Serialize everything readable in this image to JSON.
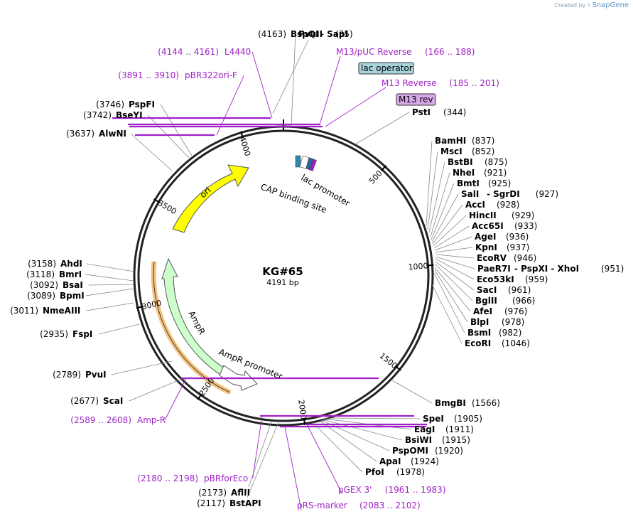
{
  "credit": {
    "prefix": "Created by",
    "brand": "SnapGene"
  },
  "plasmid": {
    "name": "KG#65",
    "size_label": "4191 bp",
    "length": 4191
  },
  "ticks": [
    500,
    1000,
    1500,
    2000,
    2500,
    3000,
    3500,
    4000
  ],
  "sites": [
    {
      "name": "BspQI",
      "extra": " - SapI",
      "pos": "(4163)",
      "side": "L"
    },
    {
      "name": "PvuII",
      "pos": "(35)",
      "side": "R"
    },
    {
      "name": "PstI",
      "pos": "(344)",
      "side": "R"
    },
    {
      "name": "BamHI",
      "pos": "(837)",
      "side": "R"
    },
    {
      "name": "MscI",
      "pos": "(852)",
      "side": "R"
    },
    {
      "name": "BstBI",
      "pos": "(875)",
      "side": "R"
    },
    {
      "name": "NheI",
      "pos": "(921)",
      "side": "R"
    },
    {
      "name": "BmtI",
      "pos": "(925)",
      "side": "R"
    },
    {
      "name": "SalI",
      "extra": " - SgrDI",
      "pos": "(927)",
      "side": "R"
    },
    {
      "name": "AccI",
      "pos": "(928)",
      "side": "R"
    },
    {
      "name": "HincII",
      "pos": "(929)",
      "side": "R"
    },
    {
      "name": "Acc65I",
      "pos": "(933)",
      "side": "R"
    },
    {
      "name": "AgeI",
      "pos": "(936)",
      "side": "R"
    },
    {
      "name": "KpnI",
      "pos": "(937)",
      "side": "R"
    },
    {
      "name": "EcoRV",
      "pos": "(946)",
      "side": "R"
    },
    {
      "name": "PaeR7I",
      "extra": " - PspXI - XhoI",
      "pos": "(951)",
      "side": "R"
    },
    {
      "name": "Eco53kI",
      "pos": "(959)",
      "side": "R"
    },
    {
      "name": "SacI",
      "pos": "(961)",
      "side": "R"
    },
    {
      "name": "BglII",
      "pos": "(966)",
      "side": "R"
    },
    {
      "name": "AfeI",
      "pos": "(976)",
      "side": "R"
    },
    {
      "name": "BlpI",
      "pos": "(978)",
      "side": "R"
    },
    {
      "name": "BsmI",
      "pos": "(982)",
      "side": "R"
    },
    {
      "name": "EcoRI",
      "pos": "(1046)",
      "side": "R"
    },
    {
      "name": "BmgBI",
      "pos": "(1566)",
      "side": "R"
    },
    {
      "name": "SpeI",
      "pos": "(1905)",
      "side": "R"
    },
    {
      "name": "EagI",
      "pos": "(1911)",
      "side": "R"
    },
    {
      "name": "BsiWI",
      "pos": "(1915)",
      "side": "R"
    },
    {
      "name": "PspOMI",
      "pos": "(1920)",
      "side": "R"
    },
    {
      "name": "ApaI",
      "pos": "(1924)",
      "side": "R"
    },
    {
      "name": "PfoI",
      "pos": "(1978)",
      "side": "R"
    },
    {
      "name": "AflII",
      "pos": "(2173)",
      "side": "L"
    },
    {
      "name": "BstAPI",
      "pos": "(2117)",
      "side": "L"
    },
    {
      "name": "ScaI",
      "pos": "(2677)",
      "side": "L"
    },
    {
      "name": "PvuI",
      "pos": "(2789)",
      "side": "L"
    },
    {
      "name": "FspI",
      "pos": "(2935)",
      "side": "L"
    },
    {
      "name": "NmeAIII",
      "pos": "(3011)",
      "side": "L"
    },
    {
      "name": "BpmI",
      "pos": "(3089)",
      "side": "L"
    },
    {
      "name": "BsaI",
      "pos": "(3092)",
      "side": "L"
    },
    {
      "name": "BmrI",
      "pos": "(3118)",
      "side": "L"
    },
    {
      "name": "AhdI",
      "pos": "(3158)",
      "side": "L"
    },
    {
      "name": "AlwNI",
      "pos": "(3637)",
      "side": "L"
    },
    {
      "name": "BseYI",
      "pos": "(3742)",
      "side": "L"
    },
    {
      "name": "PspFI",
      "pos": "(3746)",
      "side": "L"
    }
  ],
  "primers": [
    {
      "name": "L4440",
      "range": "(4144 .. 4161)",
      "side": "L"
    },
    {
      "name": "pBR322ori-F",
      "range": "(3891 .. 3910)",
      "side": "L"
    },
    {
      "name": "M13/pUC Reverse",
      "range": "(166 .. 188)",
      "side": "R"
    },
    {
      "name": "M13 Reverse",
      "range": "(185 .. 201)",
      "side": "R"
    },
    {
      "name": "pGEX 3'",
      "range": "(1961 .. 1983)",
      "side": "R"
    },
    {
      "name": "pRS-marker",
      "range": "(2083 .. 2102)",
      "side": "R"
    },
    {
      "name": "pBRforEco",
      "range": "(2180 .. 2198)",
      "side": "L"
    },
    {
      "name": "Amp-R",
      "range": "(2589 .. 2608)",
      "side": "L"
    }
  ],
  "boxed": [
    {
      "name": "lac operator",
      "fill": "#a8d4dc"
    },
    {
      "name": "M13 rev",
      "fill": "#d8a8e8"
    }
  ],
  "features": [
    {
      "name": "ori",
      "color": "#ffff00"
    },
    {
      "name": "AmpR",
      "color": "#ccffcc"
    },
    {
      "name": "AmpR promoter",
      "color": "#ffffff"
    },
    {
      "name": "lac promoter",
      "color": "#ffffff"
    },
    {
      "name": "CAP binding site",
      "color": "#2a8ab0"
    }
  ],
  "colors": {
    "primer": "#a020c8",
    "backbone": "#222222",
    "leader": "#888888"
  }
}
